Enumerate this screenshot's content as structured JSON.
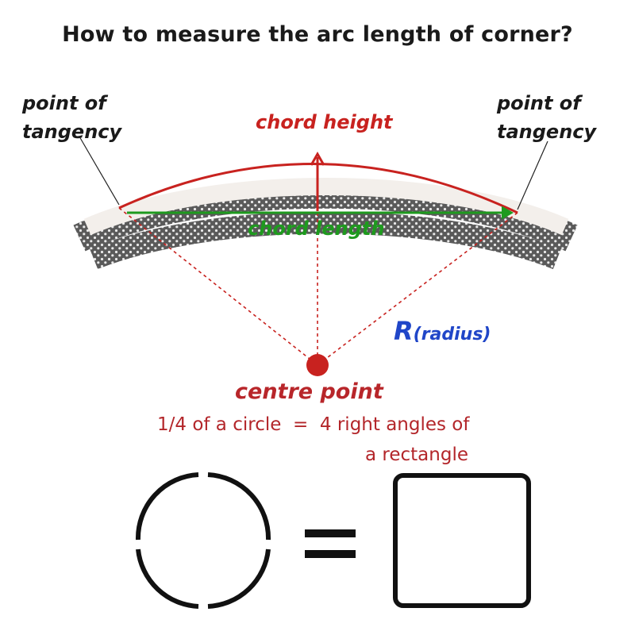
{
  "title": "How to measure the arc length of corner?",
  "labels": {
    "tangency_left_line1": "point of",
    "tangency_left_line2": "tangency",
    "tangency_right_line1": "point of",
    "tangency_right_line2": "tangency",
    "chord_height": "chord height",
    "chord_length": "chord length",
    "radius_main": "R",
    "radius_sub": "(radius)",
    "centre_point": "centre point"
  },
  "equation": {
    "line1": "1/4 of a circle  =  4 right angles of",
    "line2": "a rectangle"
  },
  "colors": {
    "chord_height": "#c8221f",
    "chord_length": "#1e9a1e",
    "radius": "#2046c8",
    "centre_dot": "#c8221f",
    "dashed_lines": "#c8221f",
    "text_dark": "#1a1a1a",
    "strip_dark": "#5a5a5a",
    "strip_light": "#f3efeb"
  },
  "icons": {
    "circle": "four-quarter-circle-icon",
    "equals": "equals-sign-icon",
    "square": "rounded-square-icon"
  }
}
